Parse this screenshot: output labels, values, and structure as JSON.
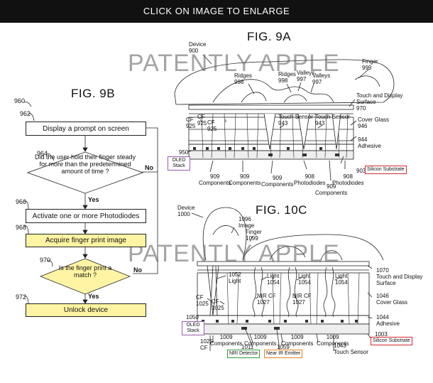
{
  "banner": "CLICK ON IMAGE TO ENLARGE",
  "watermark": "PATENTLY APPLE",
  "colors": {
    "oled_tag": "#9b59b6",
    "silicon_tag": "#d62828",
    "nri_tag": "#2e9e3e",
    "ir_tag": "#e6861f",
    "yellow": "#fff4a3"
  },
  "fig9b": {
    "title": "FIG. 9B",
    "ref": "960",
    "steps": [
      {
        "ref": "962",
        "text": "Display a prompt on screen"
      },
      {
        "ref": "964",
        "text": "Did the user hold their finger steady for more than the predetermined amount of time ?"
      },
      {
        "ref": "966",
        "text": "Activate one or more Photodiodes"
      },
      {
        "ref": "968",
        "text": "Acquire finger print image"
      },
      {
        "ref": "970",
        "text": "Is the finger print a match ?"
      },
      {
        "ref": "972",
        "text": "Unlock device"
      }
    ],
    "yes": "Yes",
    "no": "No"
  },
  "fig9a": {
    "title": "FIG. 9A",
    "labels": {
      "device": "Device",
      "device_ref": "900",
      "finger": "Finger",
      "finger_ref": "999",
      "ridges1": "Ridges",
      "ridges1_ref": "998",
      "ridges2": "Ridges",
      "ridges2_ref": "998",
      "valleys1": "Valleys",
      "valleys1_ref": "997",
      "valleys2": "Valleys",
      "valleys2_ref": "997",
      "touch_display": "Touch and Display Surface",
      "touch_display_ref": "970",
      "cf1": "CF",
      "cf1_ref": "925",
      "cf2": "CF",
      "cf2_ref": "925",
      "cf3": "CF",
      "cf3_ref": "925",
      "touch_sensor1": "Touch Sensor",
      "touch_sensor1_ref": "943",
      "touch_sensor2": "Touch Sensor",
      "touch_sensor2_ref": "943",
      "cover_glass": "Cover Glass",
      "cover_glass_ref": "946",
      "adhesive_ref": "944",
      "adhesive": "Adhesive",
      "oled_ref": "950",
      "comp1_ref": "909",
      "comp1": "Components",
      "comp2_ref": "909",
      "comp2": "Components",
      "comp3_ref": "909",
      "comp3": "Components",
      "comp4_ref": "909",
      "comp4": "Components",
      "photo1_ref": "908",
      "photo1": "Photodiodes",
      "photo2_ref": "908",
      "photo2": "Photodiodes",
      "silicon_ref": "903"
    },
    "tags": {
      "oled": "OLED Stack",
      "silicon": "Silicon Substrate"
    }
  },
  "fig10c": {
    "title": "FIG. 10C",
    "labels": {
      "device": "Device",
      "device_ref": "1000",
      "image_ref": "1096",
      "image": "Image",
      "finger": "Finger",
      "finger_ref": "1099",
      "light1_ref": "1052",
      "light1": "Light",
      "light2": "Light",
      "light2_ref": "1054",
      "light3": "Light",
      "light3_ref": "1054",
      "light4": "Light",
      "light4_ref": "1054",
      "touch_display_ref": "1070",
      "touch_display": "Touch and Display Surface",
      "cf1": "CF",
      "cf1_ref": "1025",
      "cf2": "CF",
      "cf2_ref": "1025",
      "nircf1": "NIR CF",
      "nircf1_ref": "1027",
      "nircf2": "NIR CF",
      "nircf2_ref": "1027",
      "cover_glass_ref": "1046",
      "cover_glass": "Cover Glass",
      "adhesive_ref": "1044",
      "adhesive": "Adhesive",
      "oled_ref": "1050",
      "comp1_ref": "1009",
      "comp1": "Components",
      "comp2_ref": "1009",
      "comp2": "Components",
      "comp3_ref": "1009",
      "comp3": "Components",
      "comp4_ref": "1009",
      "comp4": "Components",
      "cf_bottom": "CF",
      "cf_bottom_ref": "1025",
      "nri_ref": "1011",
      "ir_ref": "1059",
      "touch_sensor": "Touch Sensor",
      "touch_sensor_ref": "1043",
      "silicon_ref": "1003"
    },
    "tags": {
      "oled": "OLED Stack",
      "silicon": "Silicon Substrate",
      "nri": "NRI Detector",
      "ir": "Near IR Emitter"
    }
  }
}
